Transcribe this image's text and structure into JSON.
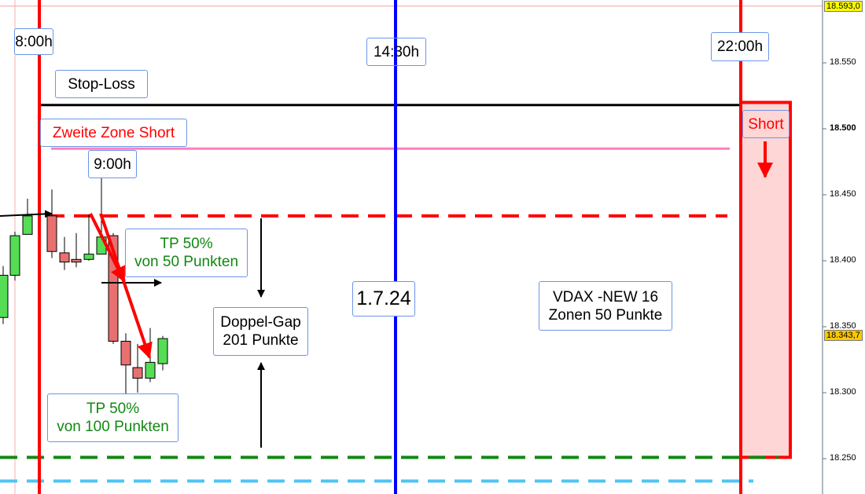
{
  "chart_data": {
    "type": "candlestick",
    "instrument_hint": "",
    "y_axis": {
      "ticks": [
        18550,
        18500,
        18450,
        18400,
        18350,
        18300,
        18250
      ],
      "tick_labels": [
        "18.550",
        "18.500",
        "18.450",
        "18.400",
        "18.350",
        "18.300",
        "18.250"
      ],
      "ylim": [
        18235,
        18598
      ],
      "current_high_tag": "18.593,0",
      "current_price_tag": "18.343,7",
      "current_high": 18593.0,
      "current_price": 18343.7
    },
    "candles": [
      {
        "o": 18357,
        "h": 18396,
        "l": 18352,
        "c": 18389
      },
      {
        "o": 18389,
        "h": 18422,
        "l": 18385,
        "c": 18419
      },
      {
        "o": 18420,
        "h": 18447,
        "l": 18420,
        "c": 18434
      },
      {
        "o": 18434,
        "h": 18454,
        "l": 18402,
        "c": 18407
      },
      {
        "o": 18406,
        "h": 18418,
        "l": 18393,
        "c": 18399
      },
      {
        "o": 18401,
        "h": 18421,
        "l": 18395,
        "c": 18399
      },
      {
        "o": 18401,
        "h": 18435,
        "l": 18400,
        "c": 18405
      },
      {
        "o": 18405,
        "h": 18464,
        "l": 18405,
        "c": 18418
      },
      {
        "o": 18419,
        "h": 18421,
        "l": 18337,
        "c": 18339
      },
      {
        "o": 18339,
        "h": 18345,
        "l": 18294,
        "c": 18321
      },
      {
        "o": 18319,
        "h": 18337,
        "l": 18300,
        "c": 18311
      },
      {
        "o": 18311,
        "h": 18349,
        "l": 18308,
        "c": 18323
      },
      {
        "o": 18322,
        "h": 18343,
        "l": 18317,
        "c": 18341
      }
    ],
    "levels": [
      {
        "name": "stop-loss",
        "price": 18518,
        "color": "#000000",
        "style": "solid"
      },
      {
        "name": "zweite-zone-short",
        "price": 18485,
        "color": "#ff7fbf",
        "style": "solid"
      },
      {
        "name": "entry-short",
        "price": 18434,
        "color": "#ff0000",
        "style": "dashed"
      },
      {
        "name": "target-green",
        "price": 18251,
        "color": "#118811",
        "style": "dashed"
      },
      {
        "name": "target-blue",
        "price": 18233,
        "color": "#4fc3f7",
        "style": "dashed"
      }
    ],
    "short_zone": {
      "top": 18520,
      "bottom": 18251,
      "fill": "#ffd6d6",
      "border": "#ff0000"
    }
  },
  "labels": {
    "time_800": "8:00h",
    "time_1430": "14:30h",
    "time_2200": "22:00h",
    "time_900": "9:00h",
    "stop_loss": "Stop-Loss",
    "zweite_zone": "Zweite Zone Short",
    "tp50_line1": "TP 50%",
    "tp50_line2": "von 50 Punkten",
    "gap_line1": "Doppel-Gap",
    "gap_line2": "201 Punkte",
    "date": "1.7.24",
    "vdax_line1": "VDAX -NEW 16",
    "vdax_line2": "Zonen 50 Punkte",
    "tp100_line1": "TP 50%",
    "tp100_line2": "von 100 Punkten",
    "short": "Short"
  },
  "colors": {
    "up": "#55dd55",
    "down": "#e87070",
    "session": "#ff0000",
    "midsession": "#0000ff",
    "label_border": "#6b96e8"
  }
}
